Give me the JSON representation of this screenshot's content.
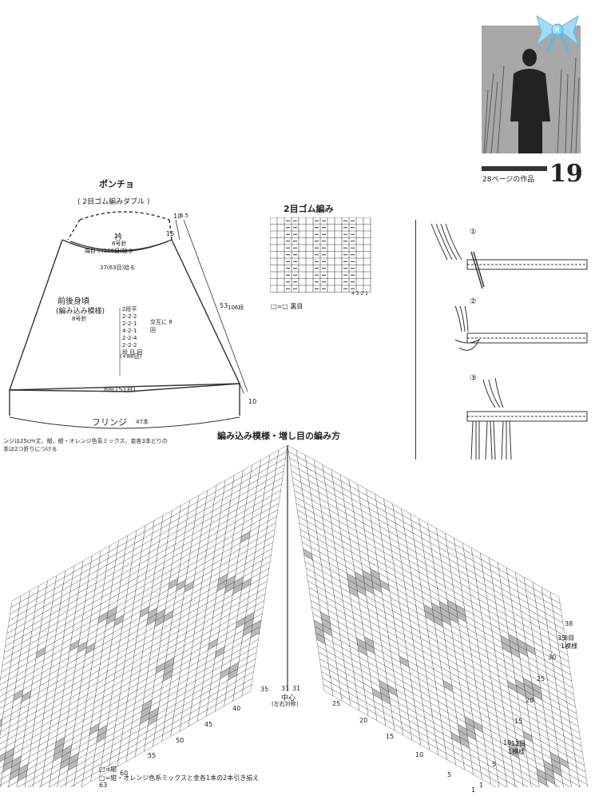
{
  "page": {
    "number": "19",
    "caption": "28ページの作品"
  },
  "logo": {
    "char": "微"
  },
  "poncho": {
    "title": "ポンチョ",
    "collar_pattern": "( 2目ゴム編みダブル )",
    "collar_label": "衿",
    "collar_needle": "6号針",
    "collar_pickup": "端目で(100目)拾う",
    "neck_width": "37(63目)拾る",
    "side_top_a": "10",
    "side_top_b": "6.5",
    "side_top_c": "15",
    "body_title": "前後身頃",
    "body_pattern": "(編み込み模様)",
    "body_needle": "8号針",
    "increase_lines": [
      "2段平",
      "2-2-2",
      "2-2-1",
      "4-2-1",
      "2-2-4",
      "2-2-2",
      "段 目 回"
    ],
    "increase_note": "交互に 8回",
    "increase_total": "(+88目)",
    "side_length": "53",
    "side_rows": "106段",
    "hem_width": "88(151目)",
    "hem_height": "10",
    "fringe_title": "フリンジ",
    "fringe_count": "47本",
    "fringe_note_1": "ンジは25cm丈、紺、紺・オレンジ色系ミックス、金各3本どりの",
    "fringe_note_2": "本は2つ折りにつける"
  },
  "rib": {
    "title": "2目ゴム編み",
    "legend": "□=□ 裏目",
    "numbers": "4 3 2 1"
  },
  "steps": [
    "①",
    "②",
    "③"
  ],
  "chart": {
    "title": "編み込み模様・増し目の編み方",
    "center_label": "中心",
    "center_note": "(左右対称)",
    "center_nums": [
      "31",
      "31"
    ],
    "right_rows": [
      "38",
      "35",
      "30",
      "25",
      "20",
      "15",
      "10",
      "5",
      "1"
    ],
    "right_bottom": [
      "1",
      "5",
      "10",
      "15",
      "20",
      "25"
    ],
    "left_nums": [
      "35",
      "40",
      "45",
      "50",
      "55",
      "60",
      "63"
    ],
    "repeat_8": "8目",
    "repeat_8_note": "1模様",
    "repeat_12": "12目",
    "repeat_12_note": "1模様",
    "legend_1": "□=紺",
    "legend_2": "□=紺・オレンジ色系ミックスと金各1本の2本引き揃え"
  },
  "colors": {
    "line": "#333333",
    "fill": "#b9b9b9",
    "ribbon": "#7fd0f0"
  }
}
